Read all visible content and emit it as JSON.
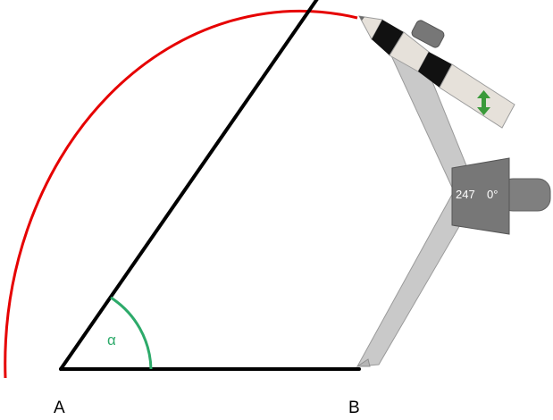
{
  "points": {
    "a_label": "A",
    "b_label": "B"
  },
  "angle": {
    "label": "α"
  },
  "compass": {
    "radius_value": "247",
    "angle_value": "0°",
    "resize_icon": "double-arrow-icon"
  },
  "colors": {
    "arc": "#e60000",
    "angle_arc": "#2daa6a",
    "segments": "#000000",
    "compass_body": "#c8c8c8",
    "compass_hinge": "#7a7a7a",
    "pencil_wood": "#e8e3dc",
    "resize_icon": "#3a9a3a"
  }
}
